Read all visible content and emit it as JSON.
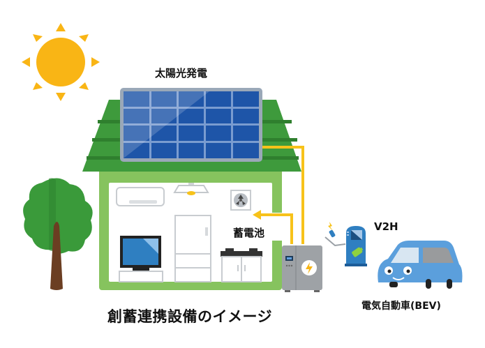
{
  "diagram": {
    "title": "創蓄連携設備のイメージ",
    "labels": {
      "solar": "太陽光発電",
      "battery": "蓄電池",
      "v2h": "V2H",
      "ev": "電気自動車(BEV)"
    },
    "elements": [
      "sun-icon",
      "tree-icon",
      "house",
      "solar-panel",
      "air-conditioner",
      "ceiling-light",
      "ventilation-fan",
      "refrigerator",
      "television",
      "stove-cabinet",
      "battery-unit",
      "v2h-charger",
      "electric-car"
    ],
    "colors": {
      "sun": "#f9b515",
      "roof": "#3e9a3c",
      "wall": "#86c35e",
      "panel": "#1e55a8",
      "wire": "#f7c21a",
      "battery": "#9ea2a6",
      "charger": "#2f7fc1",
      "car": "#5b9fdc",
      "tree": "#3a9a3a",
      "trunk": "#6b3e22"
    },
    "edges": [
      {
        "from": "solar-panel",
        "to": "battery-unit"
      },
      {
        "from": "battery-unit",
        "to": "house"
      },
      {
        "from": "battery-unit",
        "to": "v2h-charger"
      }
    ]
  }
}
